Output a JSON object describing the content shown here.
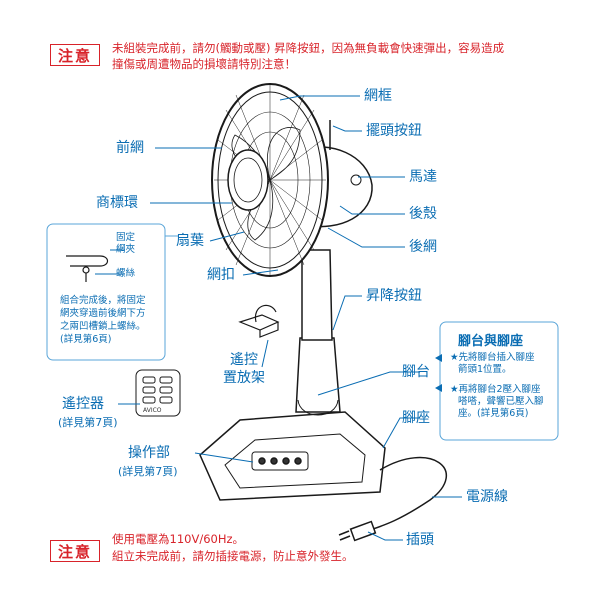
{
  "notes": {
    "top_badge": "注意",
    "top_line1": "未組裝完成前，請勿(觸動或壓) 昇降按鈕，因為無負載會快速彈出，容易造成",
    "top_line2": "撞傷或周遭物品的損壞請特別注意！",
    "bottom_badge": "注意",
    "bottom_line1": "使用電壓為110V/60Hz。",
    "bottom_line2": "組立未完成前，請勿插接電源，防止意外發生。"
  },
  "labels": {
    "grill_frame": "網框",
    "swing_button": "擺頭按鈕",
    "front_grill": "前網",
    "motor": "馬達",
    "logo_ring": "商標環",
    "rear_case": "後殼",
    "blade": "扇葉",
    "rear_grill": "後網",
    "grill_clip": "網扣",
    "lift_button": "昇降按鈕",
    "remote_holder_1": "遙控",
    "remote_holder_2": "置放架",
    "stand": "腳台",
    "remote_1": "遙控器",
    "remote_2": "(詳見第7頁)",
    "base": "腳座",
    "control_1": "操作部",
    "control_2": "(詳見第7頁)",
    "power_cord": "電源線",
    "plug": "插頭"
  },
  "clip_box": {
    "label_fix_1": "固定",
    "label_fix_2": "網夾",
    "label_screw": "螺絲",
    "desc_1": "組合完成後，將固定",
    "desc_2": "網夾穿過前後網下方",
    "desc_3": "之兩凹槽鎖上螺絲。",
    "desc_4": "(詳見第6頁)"
  },
  "stand_box": {
    "title": "腳台與腳座",
    "item1_1": "★先將腳台插入腳座",
    "item1_2": "箭頭1位置。",
    "item2_1": "★再將腳台2壓入腳座",
    "item2_2": "嗒嗒，聲響已壓入腳",
    "item2_3": "座。(詳見第6頁)"
  },
  "brand": "AVICO",
  "colors": {
    "accent": "#0a6db3",
    "warning": "#d8232a",
    "line": "#1a1a1a"
  }
}
